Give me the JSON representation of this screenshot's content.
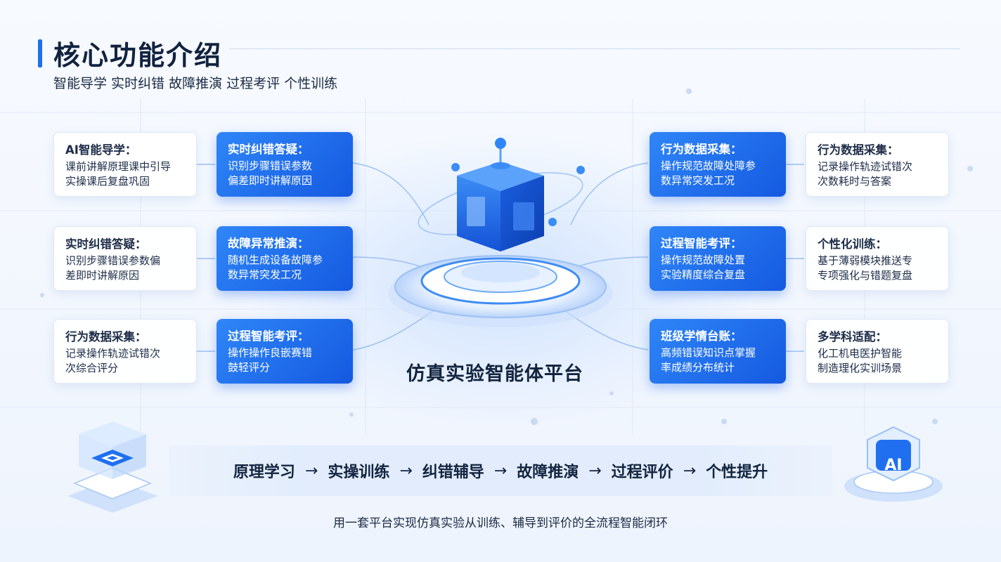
{
  "header": {
    "title": "核心功能介绍",
    "subtitle": "智能导学 实时纠错 故障推演 过程考评 个性训练"
  },
  "left_outer_cards": [
    {
      "title": "AI智能导学：",
      "lines": [
        "课前讲解原理课中引导",
        "实操课后复盘巩固"
      ]
    },
    {
      "title": "实时纠错答疑：",
      "lines": [
        "识别步骤错误参数偏",
        "差即时讲解原因"
      ]
    },
    {
      "title": "行为数据采集：",
      "lines": [
        "记录操作轨迹试错次",
        "次综合评分"
      ]
    }
  ],
  "left_inner_cards": [
    {
      "title": "实时纠错答疑：",
      "lines": [
        "识别步骤错误参数",
        "偏差即时讲解原因"
      ]
    },
    {
      "title": "故障异常推演：",
      "lines": [
        "随机生成设备故障参",
        "数异常突发工况"
      ]
    },
    {
      "title": "过程智能考评：",
      "lines": [
        "操作操作良嵌赛错",
        "鼓轻评分"
      ]
    }
  ],
  "right_inner_cards": [
    {
      "title": "行为数据采集：",
      "lines": [
        "操作规范故障处障参",
        "数异常突发工况"
      ]
    },
    {
      "title": "过程智能考评：",
      "lines": [
        "操作规范故障处置",
        "实验精度综合复盘"
      ]
    },
    {
      "title": "班级学情台账：",
      "lines": [
        "高频错误知识点掌握",
        "率成绩分布统计"
      ]
    }
  ],
  "right_outer_cards": [
    {
      "title": "行为数据采集：",
      "lines": [
        "记录操作轨迹试错次",
        "次数耗时与答案"
      ]
    },
    {
      "title": "个性化训练：",
      "lines": [
        "基于薄弱模块推送专",
        "专项强化与错题复盘"
      ]
    },
    {
      "title": "多学科适配：",
      "lines": [
        "化工机电医护智能",
        "制造理化实训场景"
      ]
    }
  ],
  "center": {
    "label": "仿真实验智能体平台"
  },
  "flow": {
    "steps": [
      "原理学习",
      "实操训练",
      "纠错辅导",
      "故障推演",
      "过程评价",
      "个性提升"
    ],
    "arrow": "→"
  },
  "footer": "用一套平台实现仿真实验从训练、辅导到评价的全流程智能闭环",
  "badge": {
    "text": "AI"
  },
  "colors": {
    "accent": "#1f6ff0",
    "card_blue": "#1a63e6",
    "title": "#12233f"
  }
}
